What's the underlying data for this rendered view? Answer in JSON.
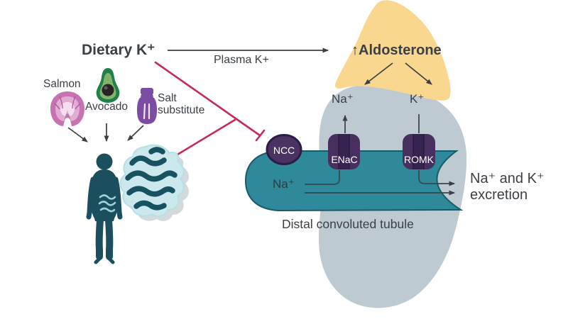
{
  "diagram": {
    "dietary_k_label": "Dietary K⁺",
    "plasma_k_label": "Plasma K+",
    "aldosterone_label": "↑Aldosterone",
    "foods": [
      {
        "name": "Salmon",
        "icon": "salmon-steak-icon"
      },
      {
        "name": "Avocado",
        "icon": "avocado-icon"
      },
      {
        "name": "Salt substitute",
        "icon": "salt-shaker-icon"
      }
    ],
    "ions": {
      "na_reabsorbed": "Na⁺",
      "k_secreted": "K⁺",
      "na_lumen": "Na⁺"
    },
    "transporters": [
      {
        "label": "NCC"
      },
      {
        "label": "ENaC"
      },
      {
        "label": "ROMK"
      }
    ],
    "tubule_label": "Distal convoluted tubule",
    "excretion_label_line1": "Na⁺ and K⁺",
    "excretion_label_line2": "excretion",
    "icons": [
      "salmon-steak-icon",
      "avocado-icon",
      "salt-shaker-icon",
      "person-silhouette-icon",
      "intestines-icon",
      "kidney-shape",
      "adrenal-gland-shape",
      "up-arrow-icon",
      "inhibition-t-bar-icon"
    ],
    "colors": {
      "accent_red": "#C62A58",
      "tubule_teal": "#2E8A9A",
      "tubule_edge": "#1B5A68",
      "transporter_purple": "#47305F",
      "transporter_stripe": "#372350",
      "ncc_purple": "#4A3263",
      "adrenal_yellow": "#FAD78E",
      "kidney_gray": "#BDCAD1",
      "body_teal": "#1B4F5E",
      "intestine_pale": "#CBE9EC",
      "salmon_pink": "#C573B1",
      "avocado_green": "#1F8048",
      "salt_purple": "#7C4BA4",
      "arrow_dark": "#3A3F45",
      "text_dark": "#3B4046"
    }
  }
}
